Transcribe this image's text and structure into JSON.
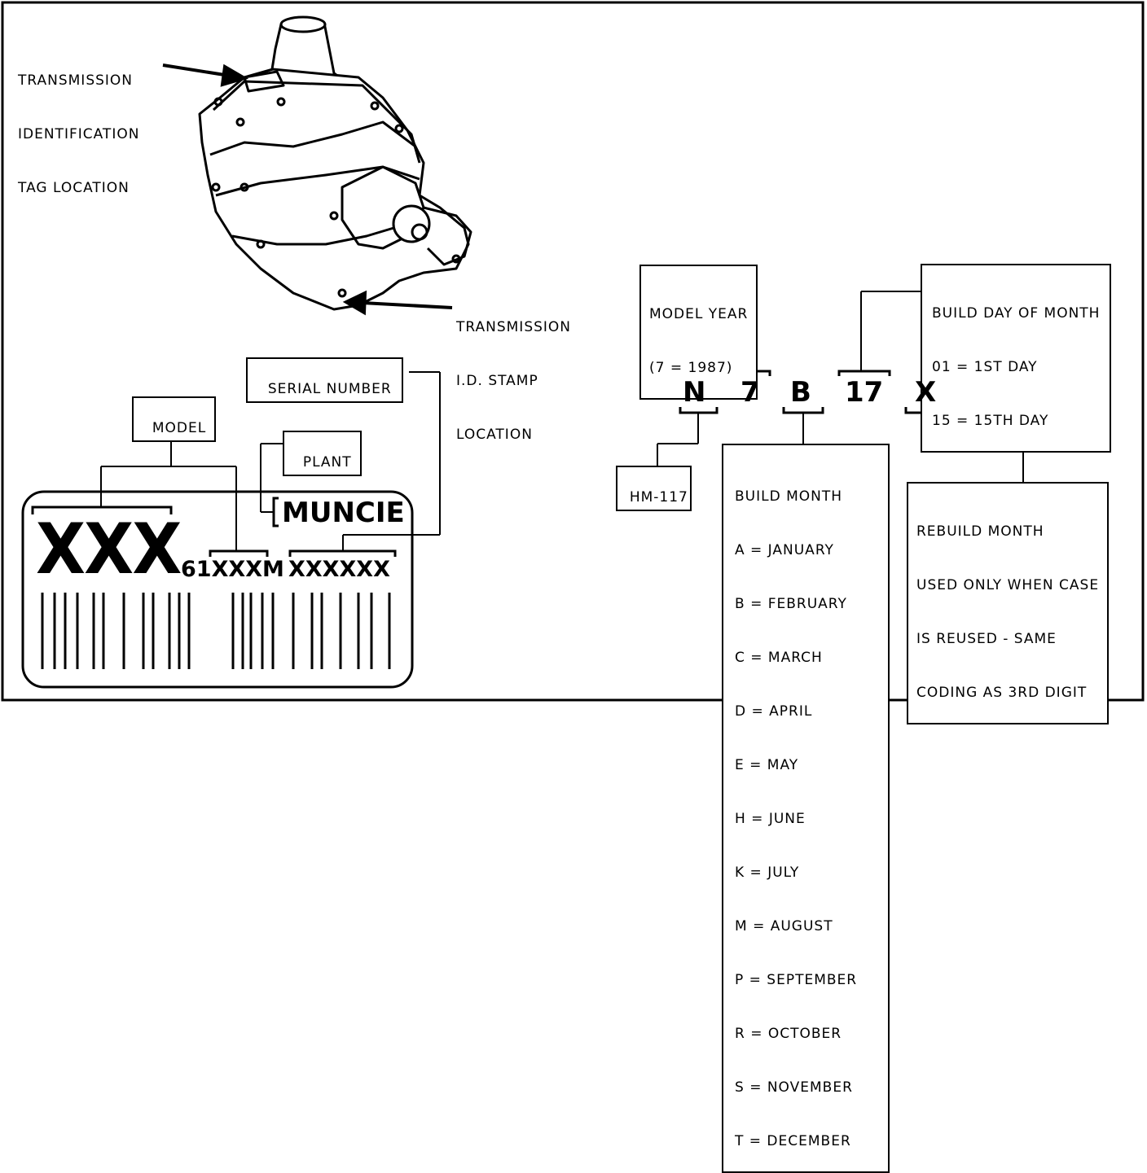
{
  "callouts": {
    "tag_location": [
      "TRANSMISSION",
      "IDENTIFICATION",
      "TAG LOCATION"
    ],
    "stamp_location": [
      "TRANSMISSION",
      "I.D. STAMP",
      "LOCATION"
    ]
  },
  "tag": {
    "model_label": "MODEL",
    "plant_label": "PLANT",
    "serial_label": "SERIAL NUMBER",
    "model_code": "XXX",
    "plant_name": "MUNCIE",
    "number_prefix": "61XXXM",
    "serial_code": "XXXXXX"
  },
  "id_code": {
    "chars": [
      "N",
      "7",
      "B",
      "17",
      "X"
    ],
    "model_year": [
      "MODEL YEAR",
      "(7 = 1987)"
    ],
    "build_day": [
      "BUILD DAY OF MONTH",
      "01 = 1ST DAY",
      "15 = 15TH DAY"
    ],
    "hm_label": "HM-117",
    "build_month_title": "BUILD MONTH",
    "build_month": [
      "A = JANUARY",
      "B = FEBRUARY",
      "C = MARCH",
      "D = APRIL",
      "E = MAY",
      "H = JUNE",
      "K = JULY",
      "M = AUGUST",
      "P = SEPTEMBER",
      "R = OCTOBER",
      "S = NOVEMBER",
      "T = DECEMBER"
    ],
    "rebuild_month": [
      "REBUILD MONTH",
      "USED ONLY WHEN CASE",
      "IS REUSED - SAME",
      "CODING AS 3RD DIGIT"
    ]
  }
}
